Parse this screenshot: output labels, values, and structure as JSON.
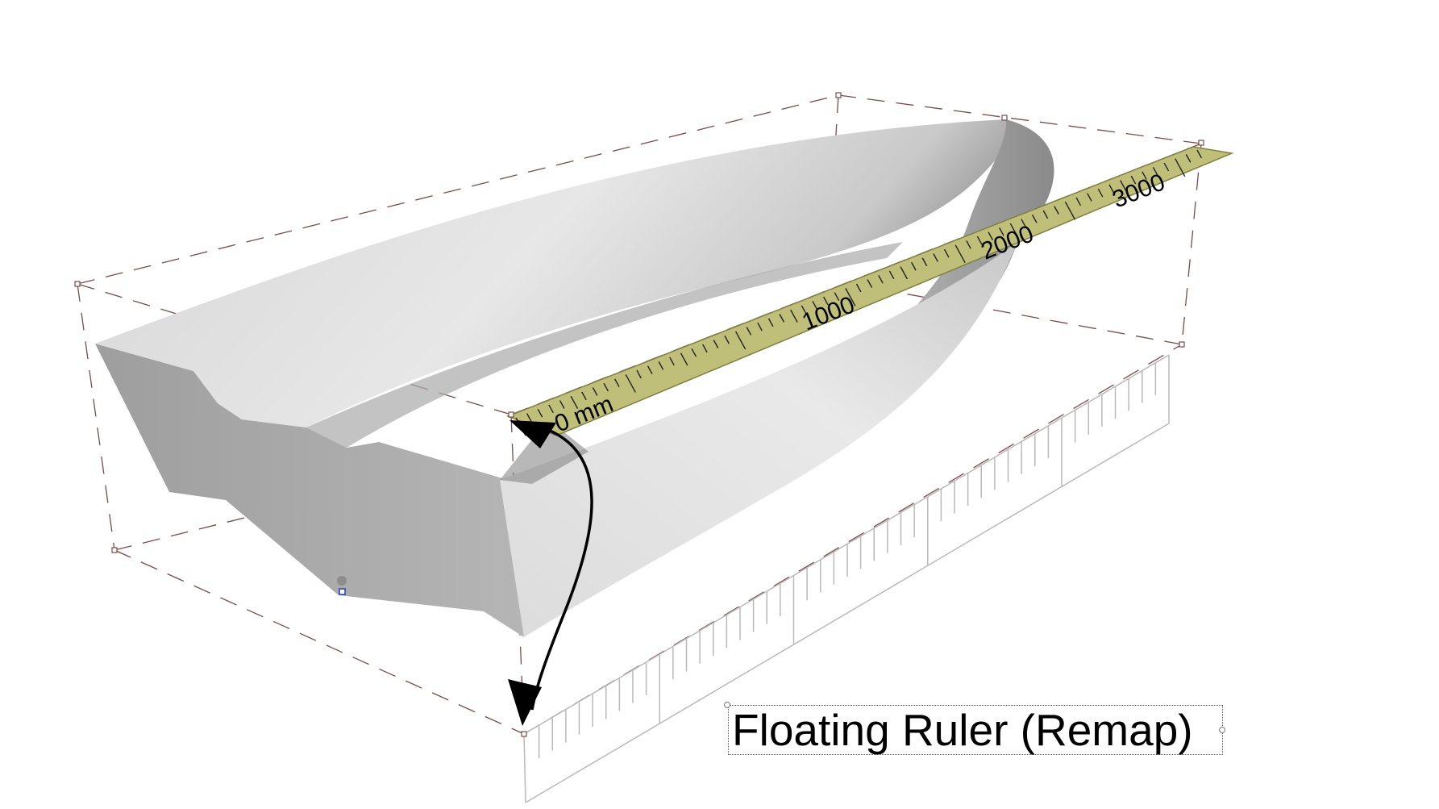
{
  "viewport": {
    "caption": "Floating Ruler (Remap)"
  },
  "ruler": {
    "unit_label": "0 mm",
    "tick_labels": [
      "1000",
      "2000",
      "3000"
    ]
  },
  "colors": {
    "ruler_fill": "#bfbf7a",
    "ruler_edge": "#7f7f44",
    "hull_light": "#e2e2e2",
    "hull_dark": "#9c9c9c",
    "bbox_dash": "#7a4b4b",
    "projected_ruler": "#b9b9b9",
    "arrow": "#000000"
  },
  "icons": [
    "curved-double-arrow-icon",
    "control-point-icon"
  ]
}
